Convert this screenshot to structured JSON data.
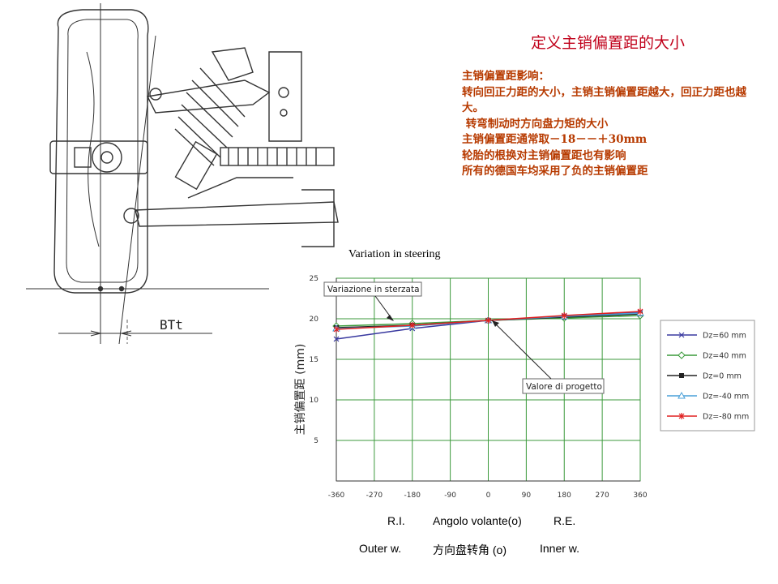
{
  "slide": {
    "title": "定义主销偏置距的大小",
    "notes": [
      "主销偏置距影响：",
      "",
      "转向回正力距的大小，主销主销偏置距越大，回正力距也越大。",
      " 转弯制动时方向盘力矩的大小",
      "主销偏置距通常取－18－－＋30mm",
      "轮胎的根换对主销偏置距也有影响",
      "所有的德国车均采用了负的主销偏置距"
    ]
  },
  "drawing": {
    "label": "BTt"
  },
  "captions": {
    "ri": "R.I.",
    "angolo": "Angolo volante(o)",
    "re": "R.E.",
    "outer": "Outer w.",
    "zh": "方向盘转角 (o)",
    "inner": "Inner w."
  },
  "chart_data": {
    "type": "line",
    "title": "Variation in steering",
    "ylabel": "主销偏置距 (mm)",
    "xlim": [
      -360,
      360
    ],
    "ylim": [
      0,
      25
    ],
    "xticks": [
      -360,
      -270,
      -180,
      -90,
      0,
      90,
      180,
      270,
      360
    ],
    "yticks": [
      5,
      10,
      15,
      20,
      25
    ],
    "grid": true,
    "legend_position": "right",
    "x": [
      -360,
      -180,
      0,
      180,
      360
    ],
    "series": [
      {
        "name": "Dz=60 mm",
        "color": "#3a3aa0",
        "marker": "x",
        "values": [
          17.5,
          18.8,
          19.8,
          20.3,
          20.8
        ]
      },
      {
        "name": "Dz=40 mm",
        "color": "#3a9a3a",
        "marker": "diamond",
        "values": [
          19.1,
          19.4,
          19.8,
          20.1,
          20.4
        ]
      },
      {
        "name": "Dz=0 mm",
        "color": "#222222",
        "marker": "square",
        "values": [
          18.9,
          19.2,
          19.8,
          20.2,
          20.6
        ]
      },
      {
        "name": "Dz=-40 mm",
        "color": "#4aa0d8",
        "marker": "triangle",
        "values": [
          18.8,
          19.1,
          19.8,
          20.3,
          20.7
        ]
      },
      {
        "name": "Dz=-80 mm",
        "color": "#e02020",
        "marker": "star",
        "values": [
          18.7,
          19.2,
          19.8,
          20.4,
          20.9
        ]
      }
    ],
    "annotations": [
      "Variazione in sterzata",
      "Valore di progetto"
    ]
  }
}
